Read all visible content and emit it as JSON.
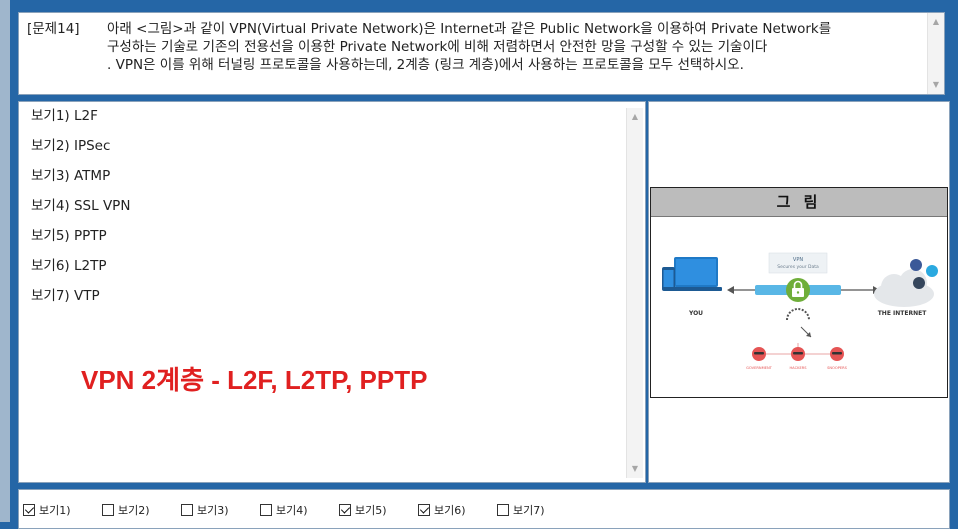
{
  "question": {
    "number": "[문제14]",
    "lines": [
      "아래 <그림>과 같이 VPN(Virtual Private Network)은 Internet과 같은 Public Network을 이용하여 Private Network를",
      "구성하는 기술로 기존의 전용선을 이용한 Private Network에 비해 저렴하면서 안전한 망을 구성할 수 있는 기술이다",
      ". VPN은 이를 위해 터널링 프로토콜을 사용하는데, 2계층 (링크 계층)에서 사용하는 프로토콜을 모두 선택하시오."
    ]
  },
  "choices": [
    {
      "label": "보기1) L2F"
    },
    {
      "label": "보기2) IPSec"
    },
    {
      "label": "보기3) ATMP"
    },
    {
      "label": "보기4) SSL VPN"
    },
    {
      "label": "보기5) PPTP"
    },
    {
      "label": "보기6) L2TP"
    },
    {
      "label": "보기7) VTP"
    }
  ],
  "answer_note": "VPN 2계층 - L2F, L2TP, PPTP",
  "figure": {
    "title": "그 림",
    "vpn_label": "VPN",
    "vpn_sublabel": "Secures your Data",
    "you_label": "YOU",
    "internet_label": "THE INTERNET",
    "threats": [
      "GOVERNMENT",
      "HACKERS",
      "SNOOPERS"
    ]
  },
  "answer_options": [
    {
      "label": "보기1)",
      "checked": true
    },
    {
      "label": "보기2)",
      "checked": false
    },
    {
      "label": "보기3)",
      "checked": false
    },
    {
      "label": "보기4)",
      "checked": false
    },
    {
      "label": "보기5)",
      "checked": true
    },
    {
      "label": "보기6)",
      "checked": true
    },
    {
      "label": "보기7)",
      "checked": false
    }
  ],
  "colors": {
    "frame": "#2566a6",
    "answer_note": "#e02020",
    "vpn_tube": "#59b7e6",
    "lock": "#6fae3a",
    "threat": "#e55454"
  }
}
